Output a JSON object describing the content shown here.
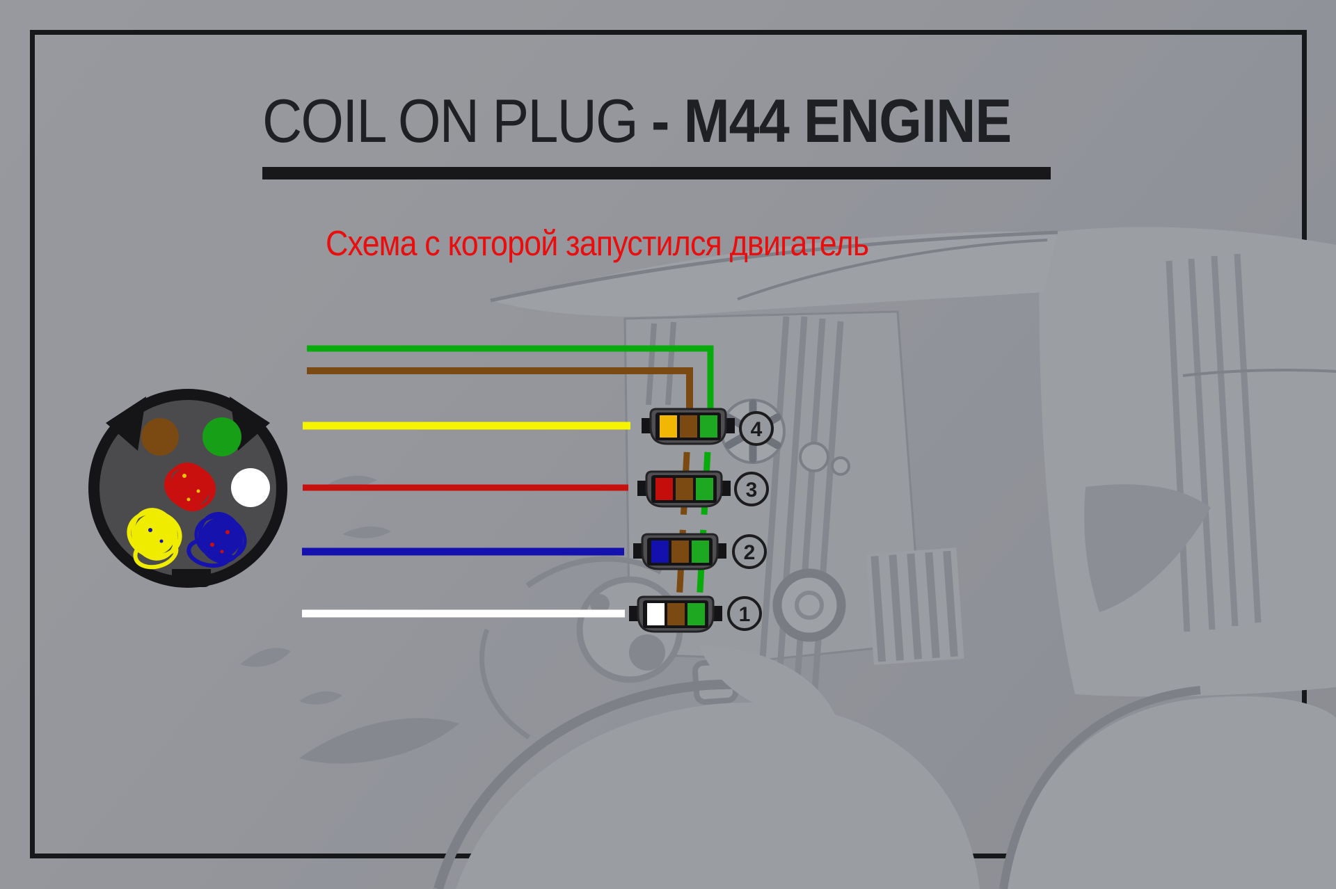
{
  "title": {
    "regular": "COIL ON PLUG ",
    "bold": "- M44 ENGINE"
  },
  "subtitle": "Схема с которой запустился двигатель",
  "palette": {
    "background_gray": "#94969b",
    "frame_border": "#17181a",
    "title_color": "#1f2023",
    "subtitle_red": "#e90d0d",
    "connector_body": "#4f4f51",
    "connector_slot": "#141416"
  },
  "plug": {
    "pins": {
      "brown": {
        "color": "#7b4a12"
      },
      "green": {
        "color": "#17a017"
      },
      "red": {
        "color": "#c9100e",
        "accent": "#e7c500"
      },
      "white": {
        "color": "#ffffff"
      },
      "yellow": {
        "color": "#f0ec00",
        "accent": "#1512ae"
      },
      "blue": {
        "color": "#1512ae",
        "accent": "#c9100e"
      }
    }
  },
  "wires": {
    "green": "#08ab0c",
    "brown": "#7b4a12",
    "yellow": "#f7f400",
    "red": "#c8100e",
    "blue": "#1511ae",
    "white": "#ffffff"
  },
  "coils": [
    {
      "number": "4",
      "cell1": "#f2b705",
      "cell2": "#7b4a12",
      "cell3": "#1ea822"
    },
    {
      "number": "3",
      "cell1": "#c40e0c",
      "cell2": "#7b4a12",
      "cell3": "#1ea822"
    },
    {
      "number": "2",
      "cell1": "#1410ad",
      "cell2": "#7b4a12",
      "cell3": "#1ea822"
    },
    {
      "number": "1",
      "cell1": "#ffffff",
      "cell2": "#7b4a12",
      "cell3": "#1ea822"
    }
  ]
}
